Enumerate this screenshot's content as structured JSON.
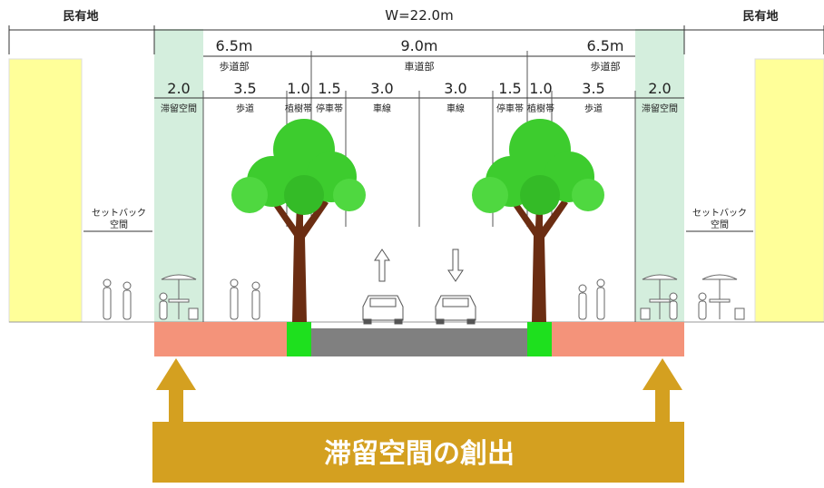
{
  "header": {
    "total_width": "W=22.0m",
    "private_left": "民有地",
    "private_right": "民有地"
  },
  "mid_dims": {
    "left_sidewalk_width": "6.5m",
    "left_sidewalk_label": "歩道部",
    "roadway_width": "9.0m",
    "roadway_label": "車道部",
    "right_sidewalk_width": "6.5m",
    "right_sidewalk_label": "歩道部"
  },
  "segments": [
    {
      "width": "2.0",
      "label": "滞留空間"
    },
    {
      "width": "3.5",
      "label": "歩道"
    },
    {
      "width": "1.0",
      "label": "植樹帯"
    },
    {
      "width": "1.5",
      "label": "停車帯"
    },
    {
      "width": "3.0",
      "label": "車線"
    },
    {
      "width": "3.0",
      "label": "車線"
    },
    {
      "width": "1.5",
      "label": "停車帯"
    },
    {
      "width": "1.0",
      "label": "植樹帯"
    },
    {
      "width": "3.5",
      "label": "歩道"
    },
    {
      "width": "2.0",
      "label": "滞留空間"
    }
  ],
  "setback": {
    "left_line1": "セットバック",
    "left_line2": "空間",
    "right_line1": "セットバック",
    "right_line2": "空間"
  },
  "banner": {
    "text": "滞留空間の創出"
  },
  "colors": {
    "dwelling_space": "#d4eedd",
    "building": "#ffff99",
    "sidewalk": "#f4937a",
    "planting": "#1ee01e",
    "roadway": "#808080",
    "banner": "#d4a020",
    "foliage": "#3dcc2e",
    "trunk": "#6b2d12"
  }
}
